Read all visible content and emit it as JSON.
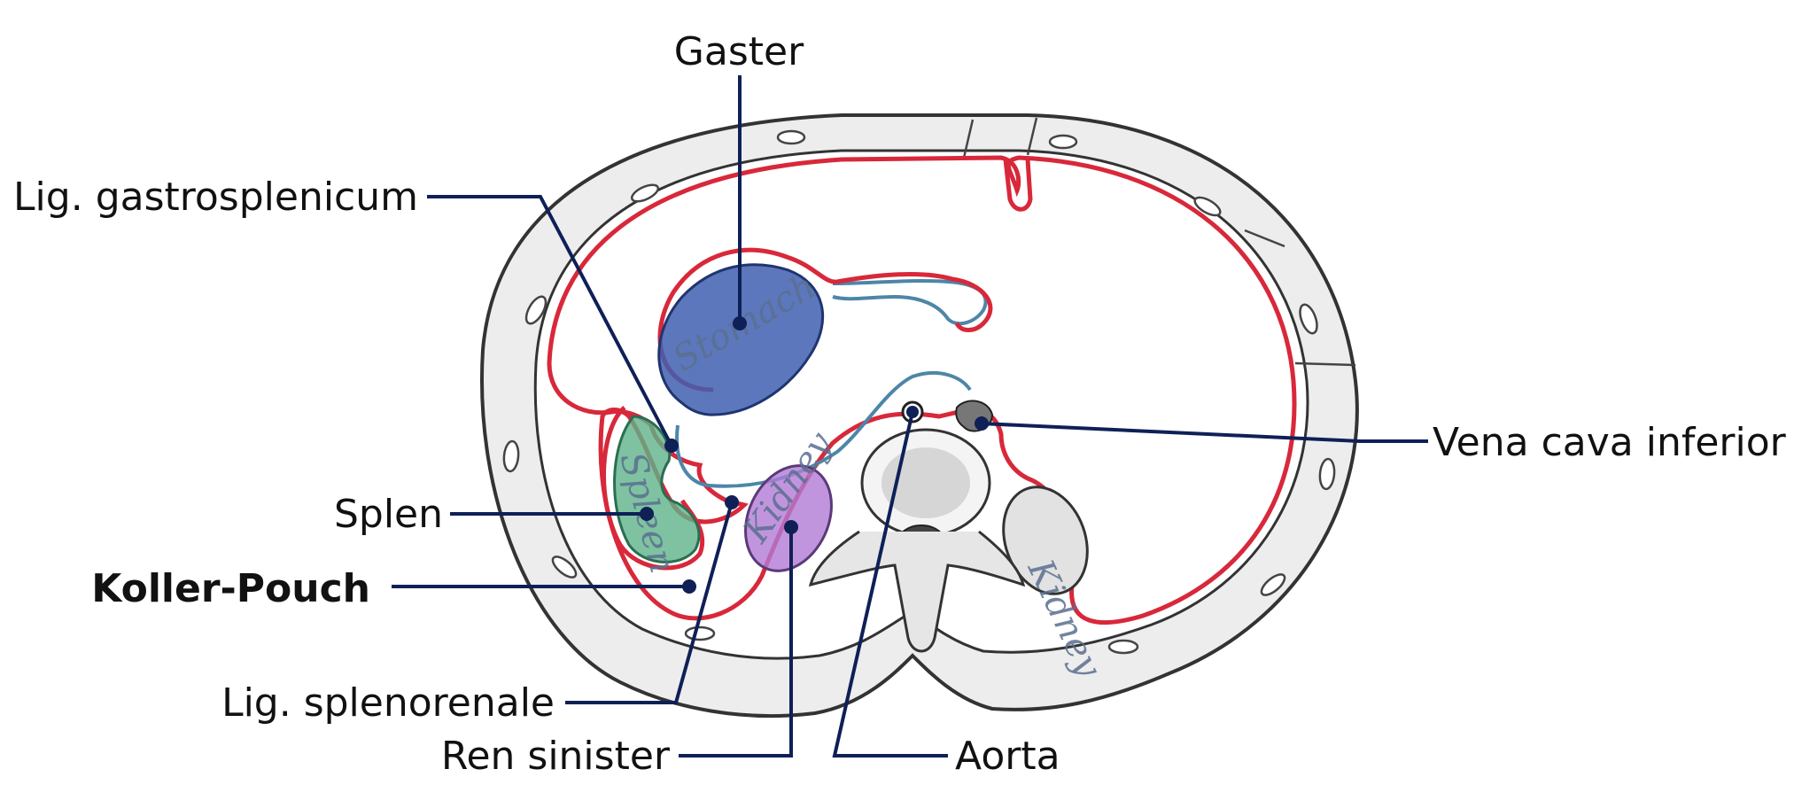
{
  "labels": {
    "gaster": "Gaster",
    "lig_gastrosplenicum": "Lig. gastrosplenicum",
    "vena_cava_inferior": "Vena cava inferior",
    "splen": "Splen",
    "koller_pouch": "Koller-Pouch",
    "lig_splenorenale": "Lig. splenorenale",
    "ren_sinister": "Ren sinister",
    "aorta": "Aorta"
  },
  "organ_text": {
    "stomach": "Stomach",
    "spleen": "Spleen",
    "kidney_left": "Kidney",
    "kidney_right": "Kidney"
  },
  "colors": {
    "stomach": "#3f5fb0",
    "spleen": "#5fb38a",
    "kidney_left": "#b27ad6",
    "peritoneum": "#d8283a",
    "visceral_peritoneum": "#4d86a8",
    "leader_lines": "#0f2057"
  }
}
